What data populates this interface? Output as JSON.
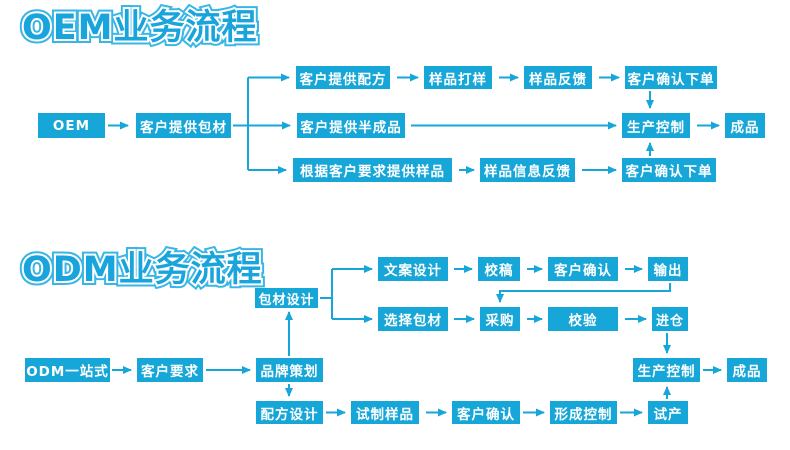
{
  "colors": {
    "accent": "#17a6d8",
    "titleFill": "#1aa4dc",
    "titleGlow": "#39b6e6"
  },
  "oem": {
    "title": "OEM业务流程",
    "nodes": {
      "start": "OEM",
      "package": "客户提供包材",
      "formula": "客户提供配方",
      "sample_making": "样品打样",
      "sample_feedback": "样品反馈",
      "confirm_order_1": "客户确认下单",
      "semi_finished": "客户提供半成品",
      "production": "生产控制",
      "finished": "成品",
      "sample_on_request": "根据客户要求提供样品",
      "sample_info_feedback": "样品信息反馈",
      "confirm_order_2": "客户确认下单"
    }
  },
  "odm": {
    "title": "ODM业务流程",
    "nodes": {
      "start": "ODM一站式",
      "requirement": "客户要求",
      "branding": "品牌策划",
      "package_design": "包材设计",
      "copy_design": "文案设计",
      "proofing": "校稿",
      "confirm_1": "客户确认",
      "output": "输出",
      "select_package": "选择包材",
      "purchase": "采购",
      "inspection": "校验",
      "warehouse": "进仓",
      "production": "生产控制",
      "finished": "成品",
      "formula_design": "配方设计",
      "trial_sample": "试制样品",
      "confirm_2": "客户确认",
      "process_control": "形成控制",
      "trial_production": "试产"
    }
  }
}
